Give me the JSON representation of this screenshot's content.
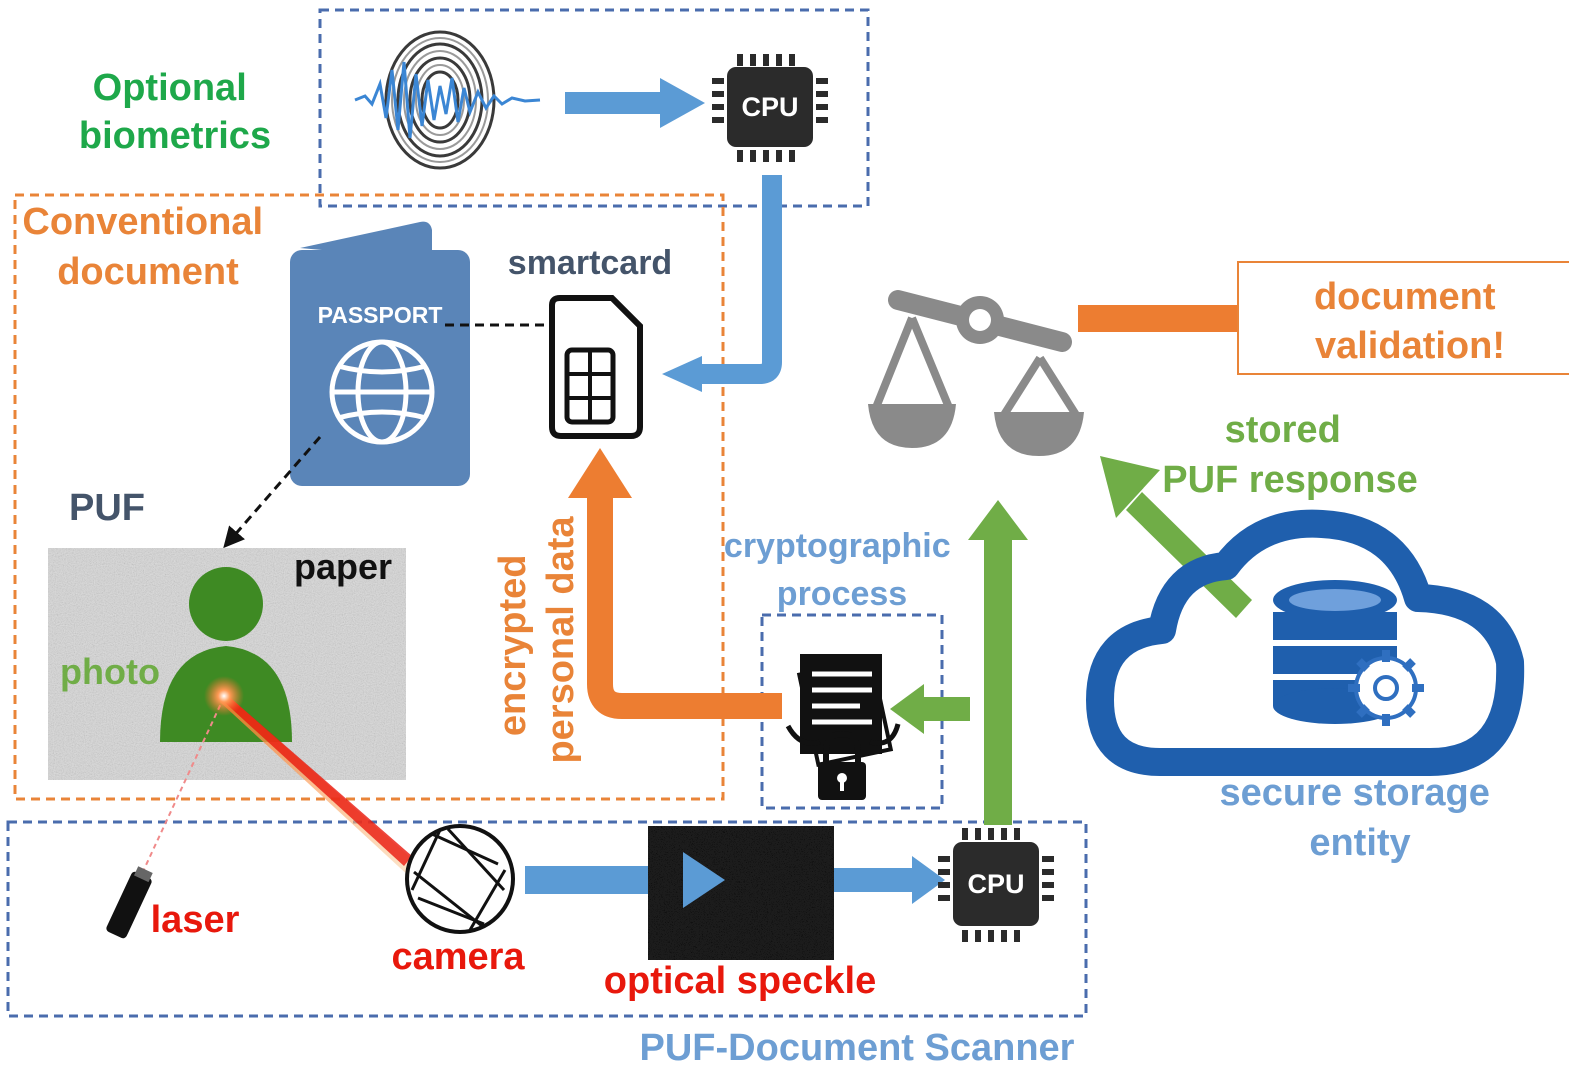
{
  "labels": {
    "optional_biometrics": [
      "Optional",
      "biometrics"
    ],
    "conventional_document": [
      "Conventional",
      "document"
    ],
    "smartcard": "smartcard",
    "passport": "PASSPORT",
    "puf": "PUF",
    "paper": "paper",
    "photo": "photo",
    "encrypted_personal_data": [
      "encrypted",
      "personal data"
    ],
    "cryptographic_process": [
      "cryptographic",
      "process"
    ],
    "stored_puf_response": [
      "stored",
      "PUF response"
    ],
    "document_validation": [
      "document",
      "validation!"
    ],
    "secure_storage_entity": [
      "secure storage",
      "entity"
    ],
    "laser": "laser",
    "camera": "camera",
    "optical_speckle": "optical speckle",
    "puf_document_scanner": "PUF-Document Scanner",
    "cpu": "CPU"
  },
  "colors": {
    "green": "#1ea84a",
    "orange": "#e98438",
    "blue_text": "#6d9ed3",
    "dark_text": "#44546a",
    "red": "#e8180c",
    "blue_arrow": "#5b9bd5",
    "green_arrow": "#70ad47",
    "orange_arrow": "#ed7d31",
    "dashed_blue": "#4a6cad",
    "dashed_orange": "#e98438",
    "passport": "#5a85b8",
    "cloud": "#1f5fad",
    "scale": "#8a8a8a",
    "photo_figure": "#3e8a23"
  },
  "icons": [
    "fingerprint-icon",
    "cpu-icon",
    "passport-icon",
    "smartcard-icon",
    "person-photo-icon",
    "laser-pointer-icon",
    "camera-aperture-icon",
    "speckle-pattern-image",
    "encrypted-document-lock-icon",
    "balance-scale-icon",
    "cloud-database-icon"
  ]
}
